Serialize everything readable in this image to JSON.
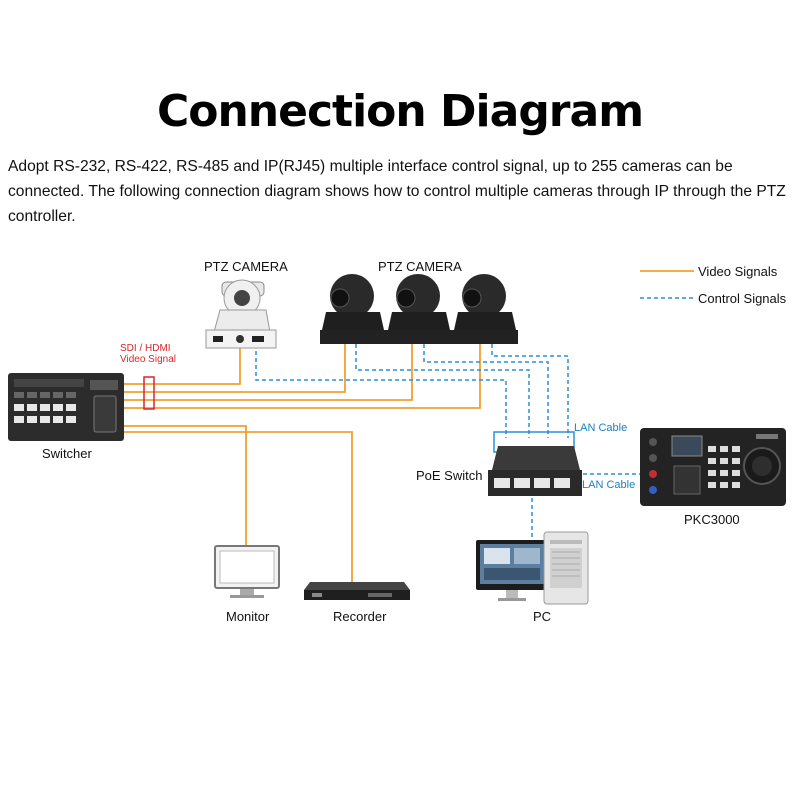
{
  "title": "Connection Diagram",
  "description": "Adopt RS-232, RS-422, RS-485 and IP(RJ45) multiple interface control signal, up to 255 cameras can be connected. The following connection diagram shows how to control multiple cameras through IP through the PTZ controller.",
  "legend": {
    "video": "Video Signals",
    "control": "Control Signals"
  },
  "colors": {
    "video": "#f0a030",
    "control": "#2b8fd6",
    "sdi_box": "#d8262c"
  },
  "labels": {
    "ptz_camera_left": "PTZ CAMERA",
    "ptz_camera_group": "PTZ CAMERA",
    "sdi_line1": "SDI / HDMI",
    "sdi_line2": "Video Signal",
    "switcher": "Switcher",
    "poe_switch": "PoE Switch",
    "lan_cable_top": "LAN Cable",
    "lan_cable_right": "LAN Cable",
    "pkc3000": "PKC3000",
    "monitor": "Monitor",
    "recorder": "Recorder",
    "pc": "PC"
  }
}
